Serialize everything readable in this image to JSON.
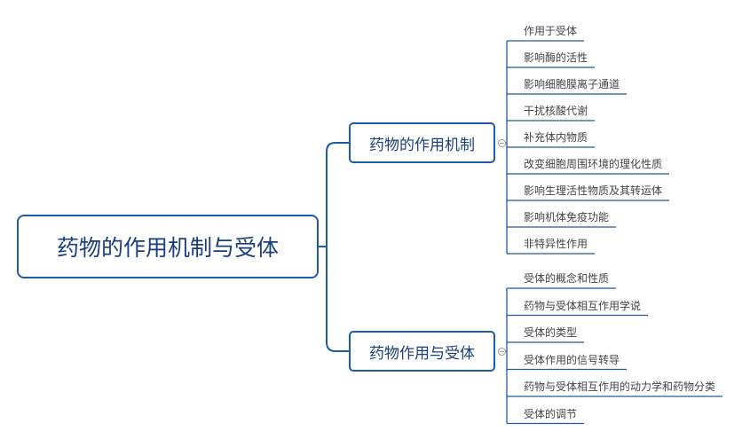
{
  "colors": {
    "line": "#1f5aa6",
    "node_text": "#1a3f7a",
    "leaf_text": "#444444"
  },
  "root": {
    "label": "药物的作用机制与受体"
  },
  "branches": [
    {
      "label": "药物的作用机制",
      "children": [
        "作用于受体",
        "影响酶的活性",
        "影响细胞膜离子通道",
        "干扰核酸代谢",
        "补充体内物质",
        "改变细胞周围环境的理化性质",
        "影响生理活性物质及其转运体",
        "影响机体免疫功能",
        "非特异性作用"
      ]
    },
    {
      "label": "药物作用与受体",
      "children": [
        "受体的概念和性质",
        "药物与受体相互作用学说",
        "受体的类型",
        "受体作用的信号转导",
        "药物与受体相互作用的动力学和药物分类",
        "受体的调节"
      ]
    }
  ]
}
